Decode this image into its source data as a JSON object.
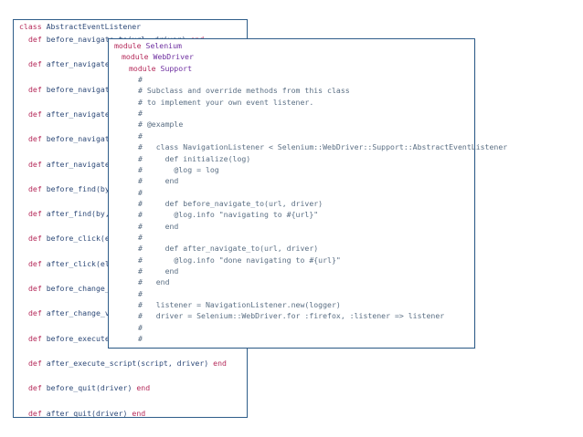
{
  "back_panel": {
    "class_keyword": "class",
    "class_name": "AbstractEventListener",
    "methods": [
      {
        "def": "def",
        "signature": "before_navigate_to(url, driver)",
        "end": "end"
      },
      {
        "def": "def",
        "signature": "after_navigate_",
        "end": ""
      },
      {
        "def": "def",
        "signature": "before_navigate",
        "end": ""
      },
      {
        "def": "def",
        "signature": "after_navigate_",
        "end": ""
      },
      {
        "def": "def",
        "signature": "before_navigate",
        "end": ""
      },
      {
        "def": "def",
        "signature": "after_navigate_",
        "end": ""
      },
      {
        "def": "def",
        "signature": "before_find(by,",
        "end": ""
      },
      {
        "def": "def",
        "signature": "after_find(by,",
        "end": ""
      },
      {
        "def": "def",
        "signature": "before_click(e",
        "end": ""
      },
      {
        "def": "def",
        "signature": "after_click(el",
        "end": ""
      },
      {
        "def": "def",
        "signature": "before_change_",
        "end": ""
      },
      {
        "def": "def",
        "signature": "after_change_v",
        "end": ""
      },
      {
        "def": "def",
        "signature": "before_execute",
        "end": ""
      },
      {
        "def": "def",
        "signature": "after_execute_script(script, driver)",
        "end": "end"
      },
      {
        "def": "def",
        "signature": "before_quit(driver)",
        "end": "end"
      },
      {
        "def": "def",
        "signature": "after_quit(driver)",
        "end": "end"
      }
    ]
  },
  "front_panel": {
    "lines": [
      {
        "kw": "module",
        "name": "Selenium",
        "text": ""
      },
      {
        "kw": "module",
        "name": "WebDriver",
        "text": ""
      },
      {
        "kw": "module",
        "name": "Support",
        "text": ""
      },
      {
        "kw": "",
        "name": "",
        "text": "#"
      },
      {
        "kw": "",
        "name": "",
        "text": "# Subclass and override methods from this class"
      },
      {
        "kw": "",
        "name": "",
        "text": "# to implement your own event listener."
      },
      {
        "kw": "",
        "name": "",
        "text": "#"
      },
      {
        "kw": "",
        "name": "",
        "text": "# @example"
      },
      {
        "kw": "",
        "name": "",
        "text": "#"
      },
      {
        "kw": "",
        "name": "",
        "text": "#   class NavigationListener < Selenium::WebDriver::Support::AbstractEventListener"
      },
      {
        "kw": "",
        "name": "",
        "text": "#     def initialize(log)"
      },
      {
        "kw": "",
        "name": "",
        "text": "#       @log = log"
      },
      {
        "kw": "",
        "name": "",
        "text": "#     end"
      },
      {
        "kw": "",
        "name": "",
        "text": "#"
      },
      {
        "kw": "",
        "name": "",
        "text": "#     def before_navigate_to(url, driver)"
      },
      {
        "kw": "",
        "name": "",
        "text": "#       @log.info \"navigating to #{url}\""
      },
      {
        "kw": "",
        "name": "",
        "text": "#     end"
      },
      {
        "kw": "",
        "name": "",
        "text": "#"
      },
      {
        "kw": "",
        "name": "",
        "text": "#     def after_navigate_to(url, driver)"
      },
      {
        "kw": "",
        "name": "",
        "text": "#       @log.info \"done navigating to #{url}\""
      },
      {
        "kw": "",
        "name": "",
        "text": "#     end"
      },
      {
        "kw": "",
        "name": "",
        "text": "#   end"
      },
      {
        "kw": "",
        "name": "",
        "text": "#"
      },
      {
        "kw": "",
        "name": "",
        "text": "#   listener = NavigationListener.new(logger)"
      },
      {
        "kw": "",
        "name": "",
        "text": "#   driver = Selenium::WebDriver.for :firefox, :listener => listener"
      },
      {
        "kw": "",
        "name": "",
        "text": "#"
      },
      {
        "kw": "",
        "name": "",
        "text": "#"
      }
    ]
  }
}
